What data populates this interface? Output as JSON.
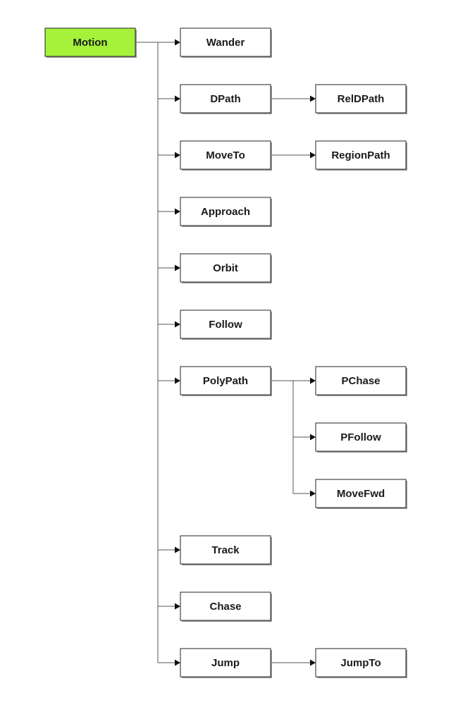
{
  "diagram": {
    "root": {
      "id": "motion",
      "label": "Motion",
      "color": "#a6f23a"
    },
    "nodes": [
      {
        "id": "wander",
        "label": "Wander"
      },
      {
        "id": "dpath",
        "label": "DPath"
      },
      {
        "id": "reldpath",
        "label": "RelDPath"
      },
      {
        "id": "moveto",
        "label": "MoveTo"
      },
      {
        "id": "regionpath",
        "label": "RegionPath"
      },
      {
        "id": "approach",
        "label": "Approach"
      },
      {
        "id": "orbit",
        "label": "Orbit"
      },
      {
        "id": "follow",
        "label": "Follow"
      },
      {
        "id": "polypath",
        "label": "PolyPath"
      },
      {
        "id": "pchase",
        "label": "PChase"
      },
      {
        "id": "pfollow",
        "label": "PFollow"
      },
      {
        "id": "movefwd",
        "label": "MoveFwd"
      },
      {
        "id": "track",
        "label": "Track"
      },
      {
        "id": "chase",
        "label": "Chase"
      },
      {
        "id": "jump",
        "label": "Jump"
      },
      {
        "id": "jumpto",
        "label": "JumpTo"
      }
    ],
    "edges": [
      {
        "from": "motion",
        "to": "wander"
      },
      {
        "from": "motion",
        "to": "dpath"
      },
      {
        "from": "motion",
        "to": "moveto"
      },
      {
        "from": "motion",
        "to": "approach"
      },
      {
        "from": "motion",
        "to": "orbit"
      },
      {
        "from": "motion",
        "to": "follow"
      },
      {
        "from": "motion",
        "to": "polypath"
      },
      {
        "from": "motion",
        "to": "track"
      },
      {
        "from": "motion",
        "to": "chase"
      },
      {
        "from": "motion",
        "to": "jump"
      },
      {
        "from": "dpath",
        "to": "reldpath"
      },
      {
        "from": "moveto",
        "to": "regionpath"
      },
      {
        "from": "polypath",
        "to": "pchase"
      },
      {
        "from": "polypath",
        "to": "pfollow"
      },
      {
        "from": "polypath",
        "to": "movefwd"
      },
      {
        "from": "jump",
        "to": "jumpto"
      }
    ]
  }
}
